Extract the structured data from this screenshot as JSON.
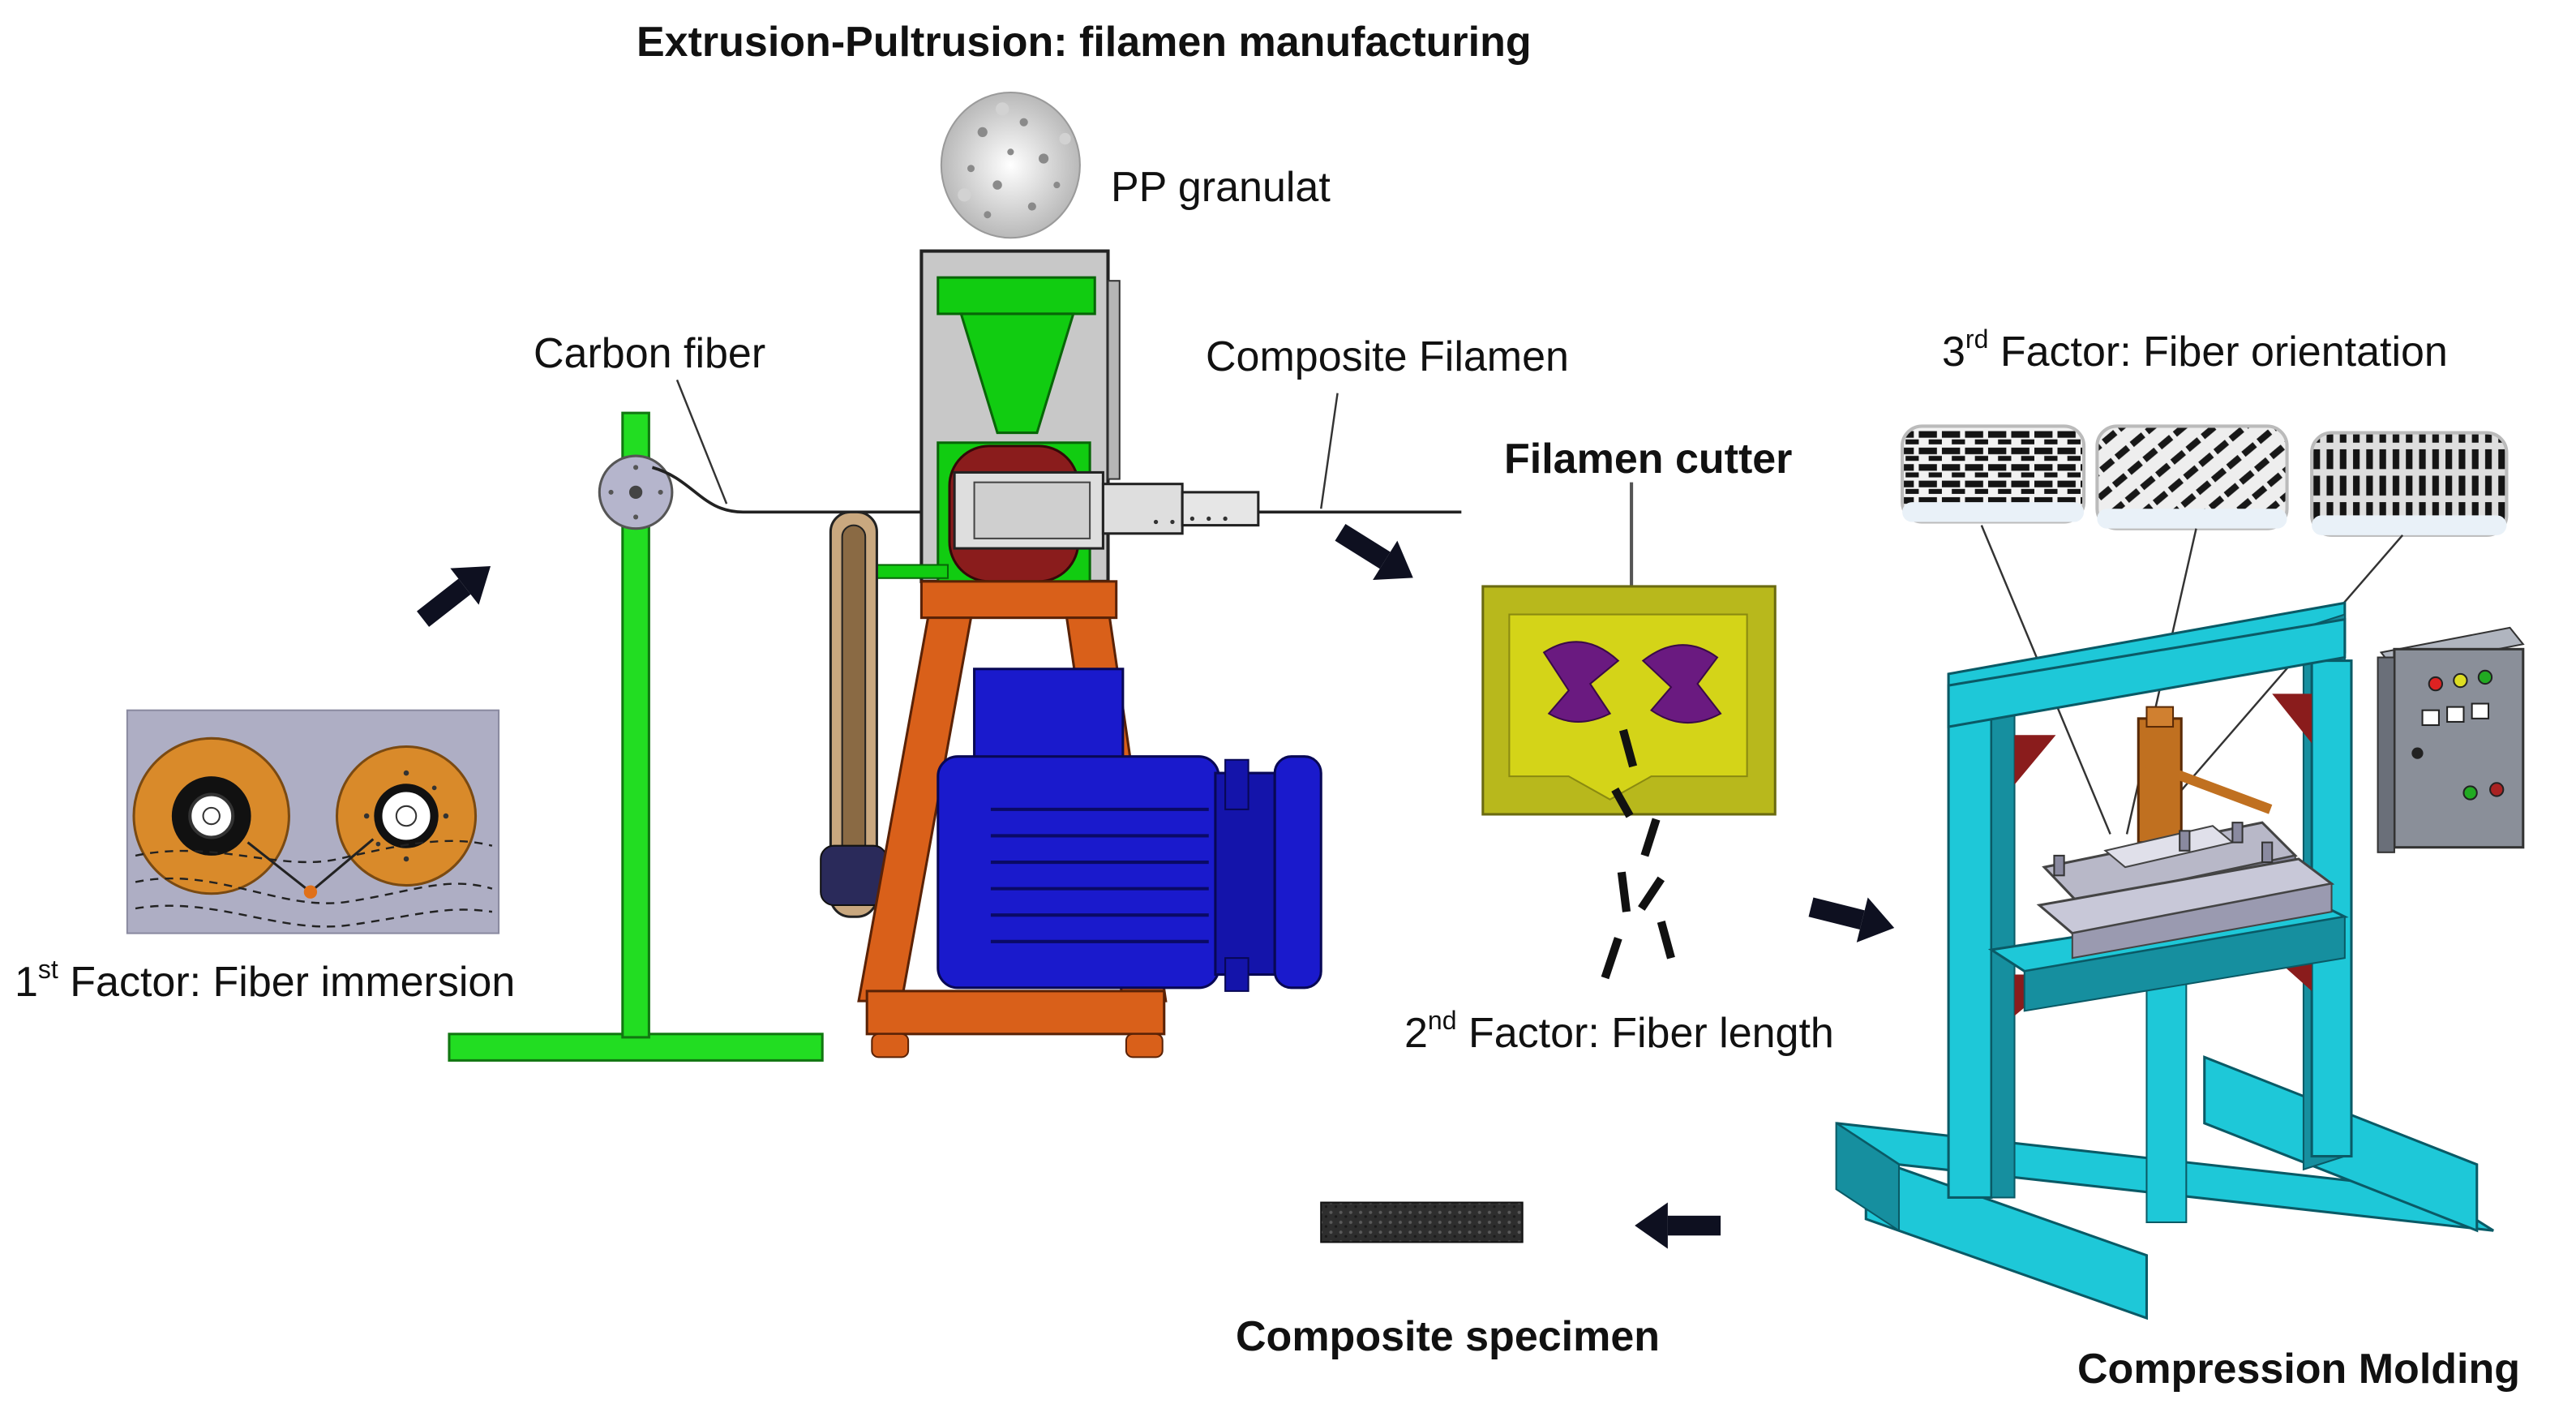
{
  "title": "Extrusion-Pultrusion: filamen manufacturing",
  "labels": {
    "pp_granulat": "PP granulat",
    "carbon_fiber": "Carbon fiber",
    "composite_filamen": "Composite Filamen",
    "filamen_cutter": "Filamen cutter",
    "compression_molding": "Compression Molding",
    "composite_specimen": "Composite specimen"
  },
  "factors": {
    "first": {
      "num": "1",
      "sup": "st",
      "text": "Factor: Fiber immersion"
    },
    "second": {
      "num": "2",
      "sup": "nd",
      "text": "Factor: Fiber length"
    },
    "third": {
      "num": "3",
      "sup": "rd",
      "text": "Factor: Fiber orientation"
    }
  },
  "colors": {
    "stand_green": "#22dd22",
    "hopper_green": "#11cc11",
    "frame_orange": "#d9601a",
    "motor_blue": "#1a1acc",
    "housing_gray": "#c8c8c8",
    "cutter_yellow": "#b8b81c",
    "cutter_inner": "#d4d418",
    "blade_purple": "#6a1a80",
    "press_cyan": "#1ec8d8",
    "press_teal": "#168f9f",
    "spool_orange": "#d98a2a",
    "control_box": "#8a8f99",
    "arrow_dark": "#0e1020"
  }
}
